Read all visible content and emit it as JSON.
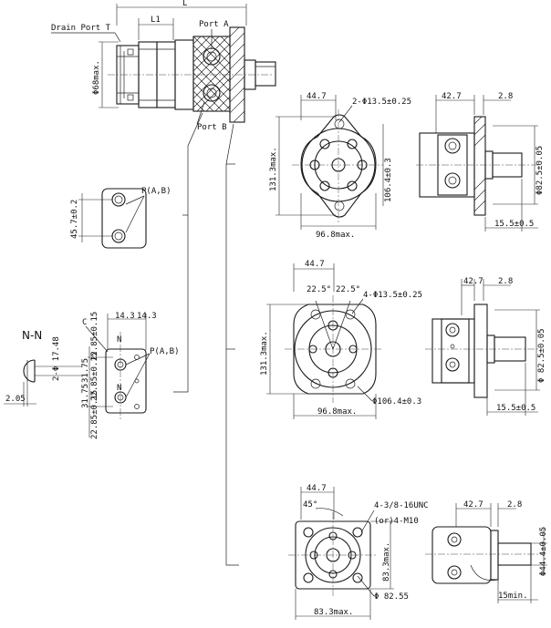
{
  "labels": {
    "L": "L",
    "L1": "L1",
    "drain_port": "Drain Port T",
    "port_a": "Port A",
    "port_b": "Port B",
    "d68": "Φ68max.",
    "d657": "45.7±0.2",
    "p_ab": "P(A,B)",
    "p_ab2": "P(A,B)",
    "n_n": "N-N",
    "two_phi_1748": "2-Φ 17.48",
    "d205": "2.05",
    "c": "C",
    "n": "N",
    "n2": "N",
    "d143a": "14.3",
    "d143b": "14.3",
    "d3175a": "31.75",
    "d3175b": "31.75",
    "d2285a": "22.85±0.15",
    "d2285b": "22.85±0.15",
    "d2285c": "22.85±0.15",
    "v1_447": "44.7",
    "v1_holes": "2-Φ13.5±0.25",
    "v1_1313": "131.3max.",
    "v1_1064": "106.4±0.3",
    "v1_968": "96.8max.",
    "s1_427": "42.7",
    "s1_28": "2.8",
    "s1_825": "Φ82.5±0.05",
    "s1_155": "15.5±0.5",
    "v2_447": "44.7",
    "v2_a1": "22.5°",
    "v2_a2": "22.5°",
    "v2_holes": "4-Φ13.5±0.25",
    "v2_1313": "131.3max.",
    "v2_1064": "Φ106.4±0.3",
    "v2_968": "96.8max.",
    "s2_427": "42.7",
    "s2_28": "2.8",
    "s2_825": "Φ 82.5±0.05",
    "s2_155": "15.5±0.5",
    "v3_447": "44.7",
    "v3_45": "45°",
    "v3_unc": "4-3/8-16UNC",
    "v3_m10": "(or)4-M10",
    "v3_833v": "83.3max.",
    "v3_8255": "Φ 82.55",
    "v3_833h": "83.3max.",
    "s3_427": "42.7",
    "s3_28": "2.8",
    "s3_444": "Φ44.4±0.05",
    "s3_15": "15min."
  }
}
